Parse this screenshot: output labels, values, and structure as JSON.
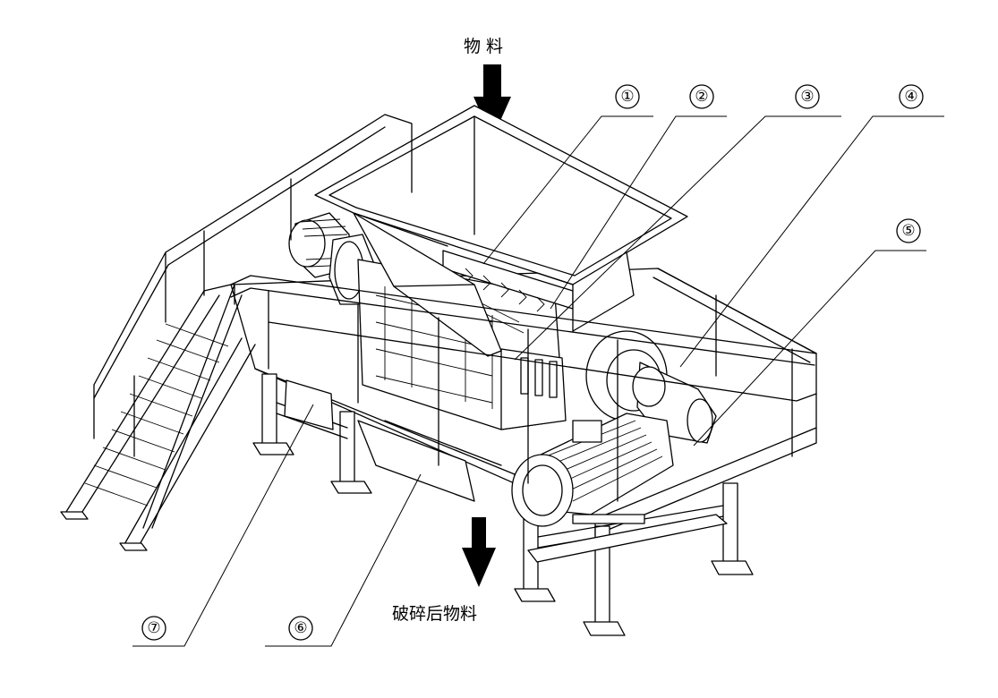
{
  "labels": {
    "input_material": "物 料",
    "output_material": "破碎后物料"
  },
  "callouts": [
    "①",
    "②",
    "③",
    "④",
    "⑤",
    "⑥",
    "⑦"
  ],
  "colors": {
    "line": "#000000",
    "background": "#ffffff"
  }
}
